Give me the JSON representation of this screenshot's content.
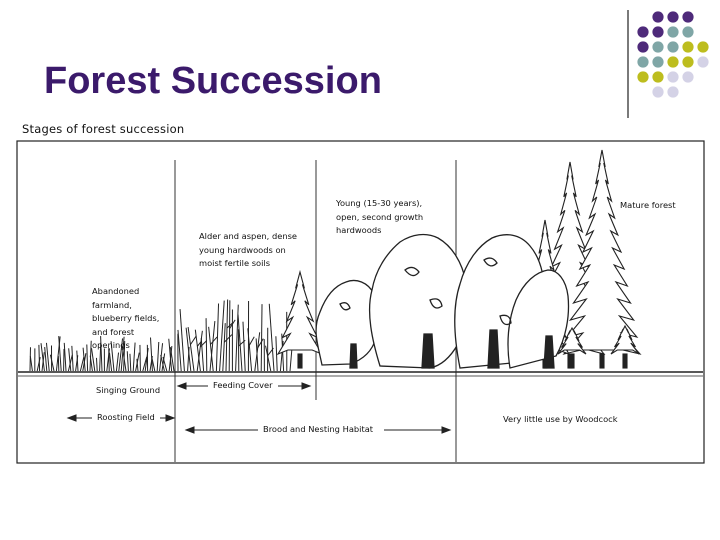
{
  "slide": {
    "title": "Forest Succession",
    "theme_colors": {
      "title": "#3b1a6b",
      "dot_purple": "#4e2a7a",
      "dot_teal": "#7fa6a6",
      "dot_olive": "#bdbd1e",
      "dot_lavender": "#d4d2e6"
    }
  },
  "figure": {
    "caption": "Stages of forest succession",
    "stages": [
      {
        "label": "Abandoned\nfarmland,\nblueberry fields,\nand forest\nopenings"
      },
      {
        "label": "Alder and aspen, dense\nyoung hardwoods on\nmoist fertile soils"
      },
      {
        "label": "Young (15-30 years),\nopen, second growth\nhardwoods"
      },
      {
        "label": "Mature forest"
      }
    ],
    "habitats": {
      "singing_ground": "Singing Ground",
      "feeding_cover": "Feeding Cover",
      "roosting_field": "Roosting Field",
      "brood_nesting": "Brood and Nesting Habitat",
      "little_use": "Very little use by Woodcock"
    }
  }
}
